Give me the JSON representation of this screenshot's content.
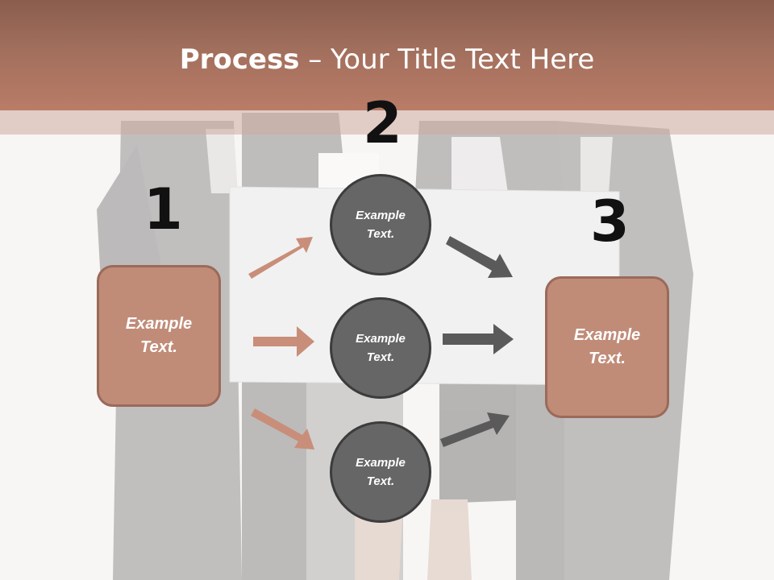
{
  "title": {
    "bold": "Process",
    "rest": " – Your Title Text Here"
  },
  "numbers": [
    "1",
    "2",
    "3"
  ],
  "left_box": {
    "line1": "Example",
    "line2": "Text."
  },
  "right_box": {
    "line1": "Example",
    "line2": "Text."
  },
  "circles": [
    {
      "line1": "Example",
      "line2": "Text."
    },
    {
      "line1": "Example",
      "line2": "Text."
    },
    {
      "line1": "Example",
      "line2": "Text."
    }
  ],
  "colors": {
    "header": "#b07562",
    "box_fill": "#c08c78",
    "box_border": "#9a6a5a",
    "circle_fill": "#666666",
    "circle_border": "#3c3c3c",
    "arrow_left": "#c98e79",
    "arrow_right": "#5a5a5a"
  }
}
